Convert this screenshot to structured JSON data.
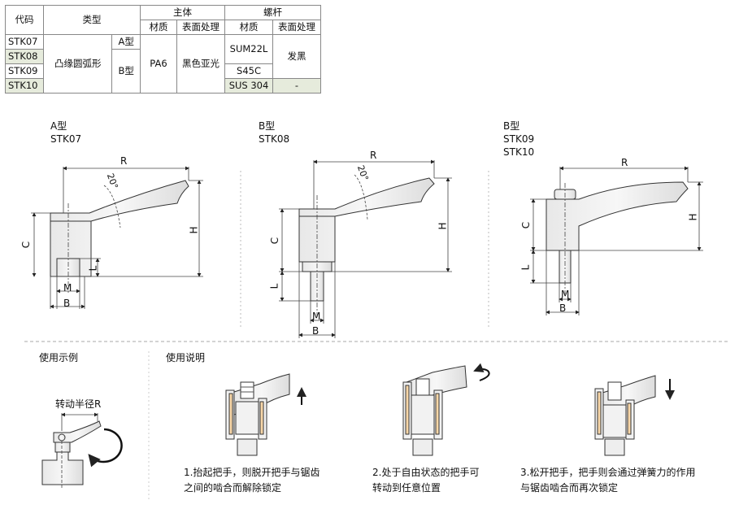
{
  "table": {
    "h_code": "代码",
    "h_type": "类型",
    "h_body": "主体",
    "h_screw": "螺杆",
    "h_material": "材质",
    "h_surface": "表面处理",
    "type_name": "凸缘圆弧形",
    "type_a": "A型",
    "type_b": "B型",
    "body_material": "PA6",
    "body_surface": "黑色亚光",
    "screw_mat1": "SUM22L",
    "screw_mat2": "S45C",
    "screw_mat3": "SUS 304",
    "screw_surface": "发黑",
    "screw_surface3": "-",
    "codes": [
      "STK07",
      "STK08",
      "STK09",
      "STK10"
    ]
  },
  "diagrams": {
    "d1_label": "A型\nSTK07",
    "d2_label": "B型\nSTK08",
    "d3_label": "B型\nSTK09\nSTK10",
    "dim_R": "R",
    "dim_H": "H",
    "dim_C": "C",
    "dim_L": "L",
    "dim_M": "M",
    "dim_B": "B",
    "angle": "20°"
  },
  "usage": {
    "example_title": "使用示例",
    "radius_label": "转动半径R",
    "instructions_title": "使用说明",
    "step1": "1.抬起把手，则脱开把手与锯齿\n之间的啮合而解除锁定",
    "step2": "2.处于自由状态的把手可\n转动到任意位置",
    "step3": "3.松开把手，把手则会通过弹簧力的作用\n与锯齿啮合而再次锁定"
  }
}
